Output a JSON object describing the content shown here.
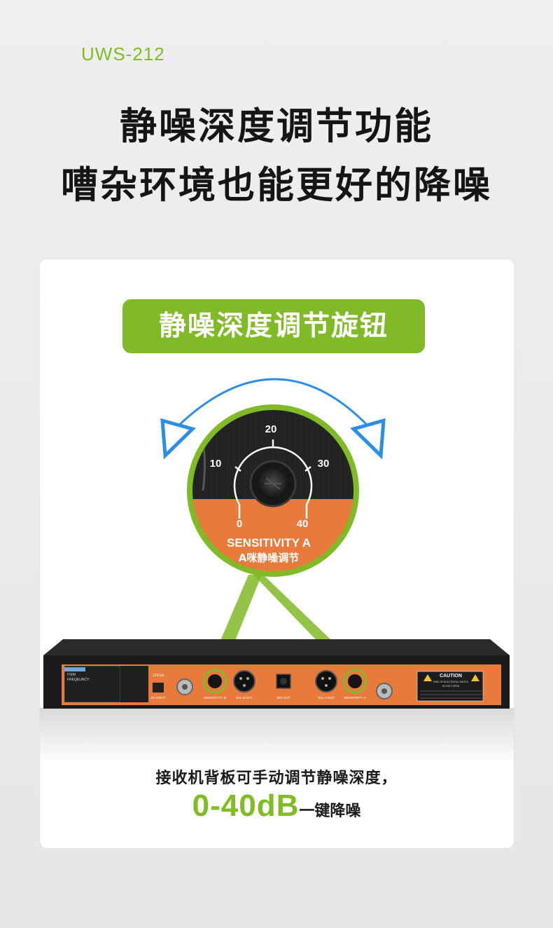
{
  "header": {
    "model": "UWS-212",
    "headline_1": "静噪深度调节功能",
    "headline_2": "嘈杂环境也能更好的降噪"
  },
  "card": {
    "pill_label": "静噪深度调节旋钮",
    "dial": {
      "ticks": [
        "0",
        "10",
        "20",
        "30",
        "40"
      ],
      "label_en": "SENSITIVITY A",
      "label_cn": "A咪静噪调节"
    },
    "panel": {
      "item_label": "ITEM",
      "frequency_label": "FREQEUNCY:",
      "power_label": "12V/1A",
      "dc_input_label": "DC INPUT",
      "sensitivity_b": "SENSITIVITY B",
      "bal_b_out": "BAL B OUT",
      "mix_out": "MIX OUT",
      "bal_a_out": "BAL A OUT",
      "sensitivity_a": "SENSITIVITY A",
      "caution_title": "CAUTION",
      "caution_line1": "RISK OF ELECTRICAL SHOCK",
      "caution_line2": "DO NOT OPEN"
    },
    "caption_line1": "接收机背板可手动调节静噪深度，",
    "caption_range": "0-40dB",
    "caption_suffix": "一键降噪"
  },
  "colors": {
    "accent_green": "#80ba27",
    "arrow_blue": "#2a8ee8",
    "panel_orange": "#e87a3c"
  }
}
